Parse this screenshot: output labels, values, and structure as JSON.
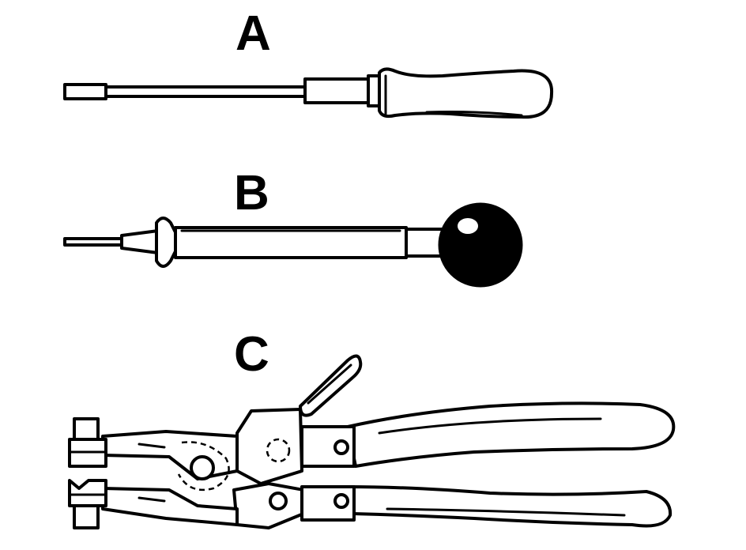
{
  "figure": {
    "labels": {
      "a": "A",
      "b": "B",
      "c": "C"
    },
    "tools": [
      {
        "id": "a",
        "icon": "screwdriver-icon"
      },
      {
        "id": "b",
        "icon": "ball-handle-driver-icon"
      },
      {
        "id": "c",
        "icon": "hose-clamp-pliers-icon"
      }
    ],
    "colors": {
      "line": "#000000",
      "background": "#ffffff"
    }
  }
}
